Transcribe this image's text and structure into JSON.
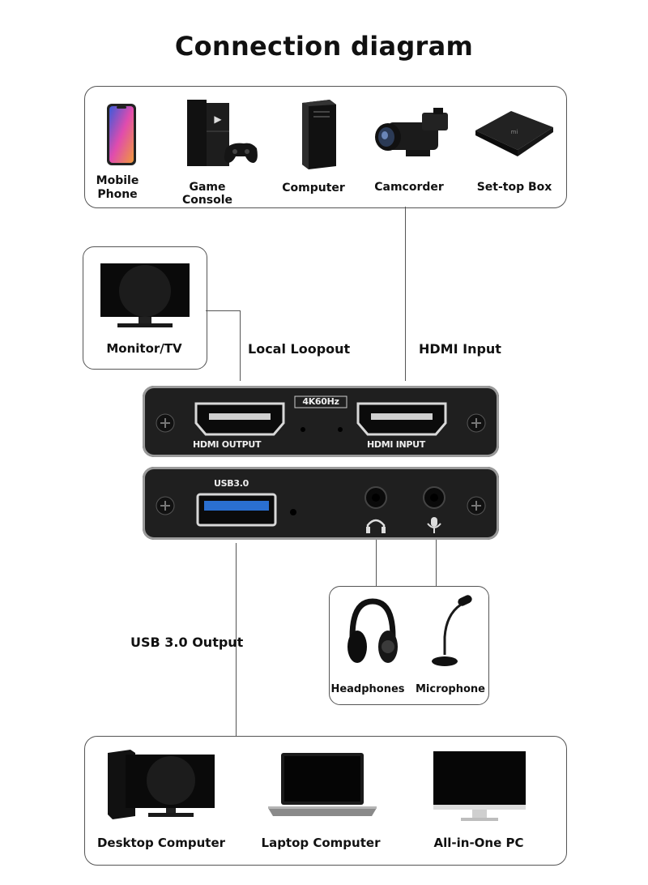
{
  "title": "Connection diagram",
  "sources": {
    "items": [
      {
        "label": "Mobile Phone",
        "icon": "mobile-phone-icon"
      },
      {
        "label": "Game Console",
        "icon": "game-console-icon"
      },
      {
        "label": "Computer",
        "icon": "computer-tower-icon"
      },
      {
        "label": "Camcorder",
        "icon": "camcorder-icon"
      },
      {
        "label": "Set-top Box",
        "icon": "set-top-box-icon"
      }
    ]
  },
  "monitor": {
    "label": "Monitor/TV",
    "icon": "monitor-icon"
  },
  "connections": {
    "local_loopout": "Local Loopout",
    "hdmi_input": "HDMI Input",
    "usb_output": "USB 3.0 Output"
  },
  "device": {
    "top_badge": "4K60Hz",
    "hdmi_output": "HDMI OUTPUT",
    "hdmi_input": "HDMI INPUT",
    "usb_label": "USB3.0",
    "colors": {
      "body": "#1f1f1f",
      "edge": "#9a9a9a",
      "usb_blue": "#2a6fd0"
    }
  },
  "audio": {
    "items": [
      {
        "label": "Headphones",
        "icon": "headphones-icon"
      },
      {
        "label": "Microphone",
        "icon": "microphone-icon"
      }
    ]
  },
  "outputs": {
    "items": [
      {
        "label": "Desktop Computer",
        "icon": "desktop-computer-icon"
      },
      {
        "label": "Laptop Computer",
        "icon": "laptop-icon"
      },
      {
        "label": "All-in-One PC",
        "icon": "all-in-one-pc-icon"
      }
    ]
  }
}
